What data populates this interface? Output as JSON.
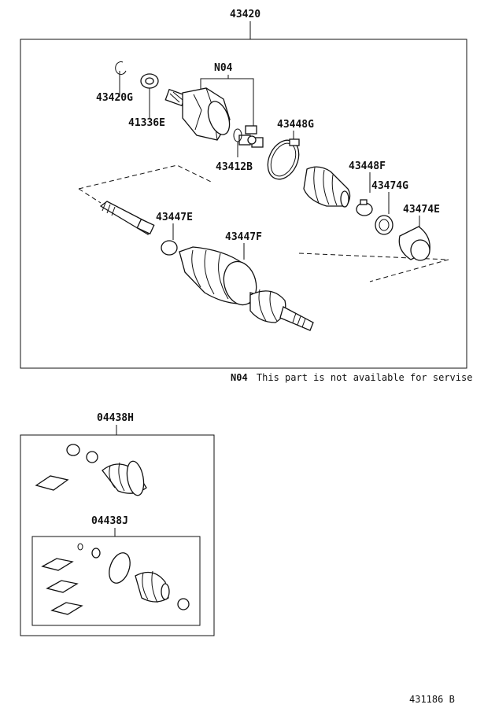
{
  "labels": {
    "top_assembly": "43420",
    "n04": "N04",
    "p43420g": "43420G",
    "p41336e": "41336E",
    "p43448g": "43448G",
    "p43412b": "43412B",
    "p43448f": "43448F",
    "p43474g": "43474G",
    "p43474e": "43474E",
    "p43447e": "43447E",
    "p43447f": "43447F",
    "kit_h": "04438H",
    "kit_j": "04438J"
  },
  "note": {
    "code": "N04",
    "text": "This part is not available for servise"
  },
  "diagram_number": "431186 B"
}
